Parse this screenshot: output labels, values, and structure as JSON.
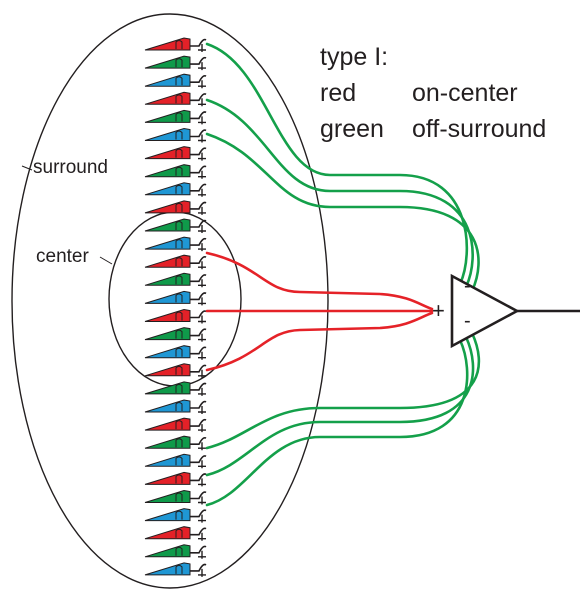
{
  "legend": {
    "title": "type I:",
    "rows": [
      {
        "color_name": "red",
        "description": "on-center"
      },
      {
        "color_name": "green",
        "description": "off-surround"
      }
    ]
  },
  "labels": {
    "surround": "surround",
    "center": "center"
  },
  "amplifier": {
    "plus_sign": "+",
    "minus_top": "-",
    "minus_bottom": "-"
  },
  "receptors": [
    "red",
    "green",
    "blue",
    "red",
    "green",
    "blue",
    "red",
    "green",
    "blue",
    "red",
    "green",
    "blue",
    "red",
    "green",
    "blue",
    "red",
    "green",
    "blue",
    "red",
    "green",
    "blue",
    "red",
    "green",
    "blue",
    "red",
    "green",
    "blue",
    "red",
    "green",
    "blue"
  ],
  "colors": {
    "red": "#e42128",
    "green": "#0f9a4a",
    "blue": "#1f97d4",
    "ink": "#231f20",
    "inhibitory_wire": "#14a04a",
    "excitatory_wire": "#e52228"
  }
}
